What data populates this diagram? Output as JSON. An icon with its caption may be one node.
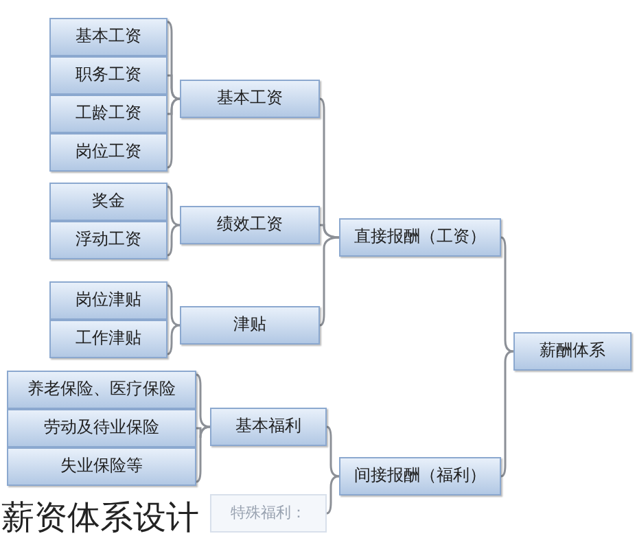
{
  "diagram": {
    "caption": "薪资体系设计",
    "nodes": [
      {
        "text": [
          "基本工资"
        ]
      },
      {
        "text": [
          "职务工资"
        ]
      },
      {
        "text": [
          "工龄工资"
        ]
      },
      {
        "text": [
          "岗位工资"
        ]
      },
      {
        "text": [
          "基本工资"
        ]
      },
      {
        "text": [
          "奖金"
        ]
      },
      {
        "text": [
          "浮动工资"
        ]
      },
      {
        "text": [
          "绩效工资"
        ]
      },
      {
        "text": [
          "岗位津贴"
        ]
      },
      {
        "text": [
          "工作津贴"
        ]
      },
      {
        "text": [
          "津贴"
        ]
      },
      {
        "text": [
          "直接报酬（工资）"
        ]
      },
      {
        "text": [
          "养老保险、医疗保险"
        ]
      },
      {
        "text": [
          "劳动及待业保险"
        ]
      },
      {
        "text": [
          "失业保险等"
        ]
      },
      {
        "text": [
          "基本福利"
        ]
      },
      {
        "text": [
          "特殊福利："
        ]
      },
      {
        "text": [
          "间接报酬（福利）"
        ]
      },
      {
        "text": [
          "薪酬体系"
        ]
      }
    ],
    "edges": [
      {
        "from": 0,
        "to": 4,
        "arrow": "none"
      },
      {
        "from": 1,
        "to": 4,
        "arrow": "none"
      },
      {
        "from": 2,
        "to": 4,
        "arrow": "none"
      },
      {
        "from": 3,
        "to": 4,
        "arrow": "none"
      },
      {
        "from": 5,
        "to": 7,
        "arrow": "none"
      },
      {
        "from": 6,
        "to": 7,
        "arrow": "none"
      },
      {
        "from": 8,
        "to": 10,
        "arrow": "none"
      },
      {
        "from": 9,
        "to": 10,
        "arrow": "none"
      },
      {
        "from": 4,
        "to": 11,
        "arrow": "none"
      },
      {
        "from": 7,
        "to": 11,
        "arrow": "none"
      },
      {
        "from": 10,
        "to": 11,
        "arrow": "none"
      },
      {
        "from": 12,
        "to": 15,
        "arrow": "none"
      },
      {
        "from": 13,
        "to": 15,
        "arrow": "none"
      },
      {
        "from": 14,
        "to": 15,
        "arrow": "none"
      },
      {
        "from": 15,
        "to": 17,
        "arrow": "none"
      },
      {
        "from": 16,
        "to": 17,
        "arrow": "none"
      },
      {
        "from": 11,
        "to": 18,
        "arrow": "none"
      },
      {
        "from": 17,
        "to": 18,
        "arrow": "none"
      }
    ]
  }
}
